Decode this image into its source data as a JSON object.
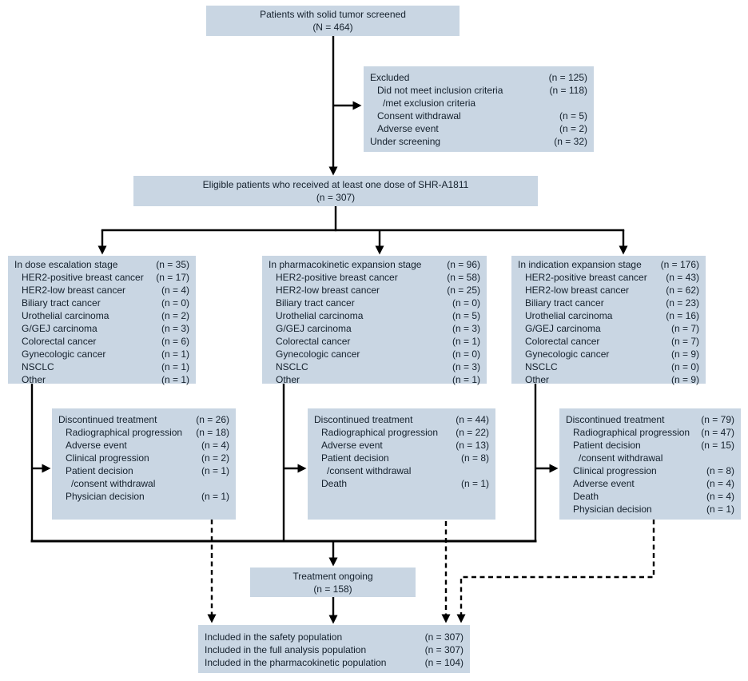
{
  "colors": {
    "box_fill": "#c9d6e3",
    "text": "#14202c",
    "line": "#000000",
    "background": "#ffffff"
  },
  "flowchart": {
    "screened": {
      "line1": "Patients with solid tumor screened",
      "line2": "(N = 464)"
    },
    "excluded": {
      "rows": [
        {
          "label": "Excluded",
          "value": "(n = 125)",
          "indent": 0
        },
        {
          "label": "Did not meet inclusion criteria",
          "value": "(n = 118)",
          "indent": 1
        },
        {
          "label": "/met exclusion criteria",
          "value": "",
          "indent": 2
        },
        {
          "label": "Consent withdrawal",
          "value": "(n = 5)",
          "indent": 1
        },
        {
          "label": "Adverse event",
          "value": "(n = 2)",
          "indent": 1
        },
        {
          "label": "Under screening",
          "value": "(n = 32)",
          "indent": 0
        }
      ]
    },
    "eligible": {
      "line1": "Eligible patients who received at least one dose of SHR-A1811",
      "line2": "(n = 307)"
    },
    "stages": [
      {
        "rows": [
          {
            "label": "In dose escalation stage",
            "value": "(n = 35)",
            "indent": 0
          },
          {
            "label": "HER2-positive breast cancer",
            "value": "(n = 17)",
            "indent": 1
          },
          {
            "label": "HER2-low breast cancer",
            "value": "(n = 4)",
            "indent": 1
          },
          {
            "label": "Biliary tract cancer",
            "value": "(n = 0)",
            "indent": 1
          },
          {
            "label": "Urothelial carcinoma",
            "value": "(n = 2)",
            "indent": 1
          },
          {
            "label": "G/GEJ carcinoma",
            "value": "(n = 3)",
            "indent": 1
          },
          {
            "label": "Colorectal cancer",
            "value": "(n = 6)",
            "indent": 1
          },
          {
            "label": "Gynecologic cancer",
            "value": "(n = 1)",
            "indent": 1
          },
          {
            "label": "NSCLC",
            "value": "(n = 1)",
            "indent": 1
          },
          {
            "label": "Other",
            "value": "(n = 1)",
            "indent": 1
          }
        ]
      },
      {
        "rows": [
          {
            "label": "In pharmacokinetic expansion stage",
            "value": "(n = 96)",
            "indent": 0
          },
          {
            "label": "HER2-positive breast cancer",
            "value": "(n = 58)",
            "indent": 1
          },
          {
            "label": "HER2-low breast cancer",
            "value": "(n = 25)",
            "indent": 1
          },
          {
            "label": "Biliary tract cancer",
            "value": "(n = 0)",
            "indent": 1
          },
          {
            "label": "Urothelial carcinoma",
            "value": "(n = 5)",
            "indent": 1
          },
          {
            "label": "G/GEJ carcinoma",
            "value": "(n = 3)",
            "indent": 1
          },
          {
            "label": "Colorectal cancer",
            "value": "(n = 1)",
            "indent": 1
          },
          {
            "label": "Gynecologic cancer",
            "value": "(n = 0)",
            "indent": 1
          },
          {
            "label": "NSCLC",
            "value": "(n = 3)",
            "indent": 1
          },
          {
            "label": "Other",
            "value": "(n = 1)",
            "indent": 1
          }
        ]
      },
      {
        "rows": [
          {
            "label": "In indication expansion stage",
            "value": "(n = 176)",
            "indent": 0
          },
          {
            "label": "HER2-positive breast cancer",
            "value": "(n = 43)",
            "indent": 1
          },
          {
            "label": "HER2-low breast cancer",
            "value": "(n = 62)",
            "indent": 1
          },
          {
            "label": "Biliary tract cancer",
            "value": "(n = 23)",
            "indent": 1
          },
          {
            "label": "Urothelial carcinoma",
            "value": "(n = 16)",
            "indent": 1
          },
          {
            "label": "G/GEJ carcinoma",
            "value": "(n = 7)",
            "indent": 1
          },
          {
            "label": "Colorectal cancer",
            "value": "(n = 7)",
            "indent": 1
          },
          {
            "label": "Gynecologic cancer",
            "value": "(n = 9)",
            "indent": 1
          },
          {
            "label": "NSCLC",
            "value": "(n = 0)",
            "indent": 1
          },
          {
            "label": "Other",
            "value": "(n = 9)",
            "indent": 1
          }
        ]
      }
    ],
    "discontinued": [
      {
        "rows": [
          {
            "label": "Discontinued treatment",
            "value": "(n = 26)",
            "indent": 0
          },
          {
            "label": "Radiographical progression",
            "value": "(n = 18)",
            "indent": 1
          },
          {
            "label": "Adverse event",
            "value": "(n = 4)",
            "indent": 1
          },
          {
            "label": "Clinical progression",
            "value": "(n = 2)",
            "indent": 1
          },
          {
            "label": "Patient decision",
            "value": "(n = 1)",
            "indent": 1
          },
          {
            "label": "/consent withdrawal",
            "value": "",
            "indent": 2
          },
          {
            "label": "Physician decision",
            "value": "(n = 1)",
            "indent": 1
          }
        ]
      },
      {
        "rows": [
          {
            "label": "Discontinued treatment",
            "value": "(n = 44)",
            "indent": 0
          },
          {
            "label": "Radiographical progression",
            "value": "(n = 22)",
            "indent": 1
          },
          {
            "label": "Adverse event",
            "value": "(n = 13)",
            "indent": 1
          },
          {
            "label": "Patient decision",
            "value": "(n = 8)",
            "indent": 1
          },
          {
            "label": "/consent withdrawal",
            "value": "",
            "indent": 2
          },
          {
            "label": "Death",
            "value": "(n = 1)",
            "indent": 1
          }
        ]
      },
      {
        "rows": [
          {
            "label": "Discontinued treatment",
            "value": "(n = 79)",
            "indent": 0
          },
          {
            "label": "Radiographical progression",
            "value": "(n = 47)",
            "indent": 1
          },
          {
            "label": "Patient decision",
            "value": "(n = 15)",
            "indent": 1
          },
          {
            "label": "/consent withdrawal",
            "value": "",
            "indent": 2
          },
          {
            "label": "Clinical progression",
            "value": "(n = 8)",
            "indent": 1
          },
          {
            "label": "Adverse event",
            "value": "(n = 4)",
            "indent": 1
          },
          {
            "label": "Death",
            "value": "(n = 4)",
            "indent": 1
          },
          {
            "label": "Physician decision",
            "value": "(n = 1)",
            "indent": 1
          }
        ]
      }
    ],
    "ongoing": {
      "line1": "Treatment ongoing",
      "line2": "(n = 158)"
    },
    "populations": {
      "rows": [
        {
          "label": "Included in the safety population",
          "value": "(n = 307)",
          "indent": 0
        },
        {
          "label": "Included in the full analysis population",
          "value": "(n = 307)",
          "indent": 0
        },
        {
          "label": "Included in the pharmacokinetic population",
          "value": "(n = 104)",
          "indent": 0
        }
      ]
    }
  }
}
